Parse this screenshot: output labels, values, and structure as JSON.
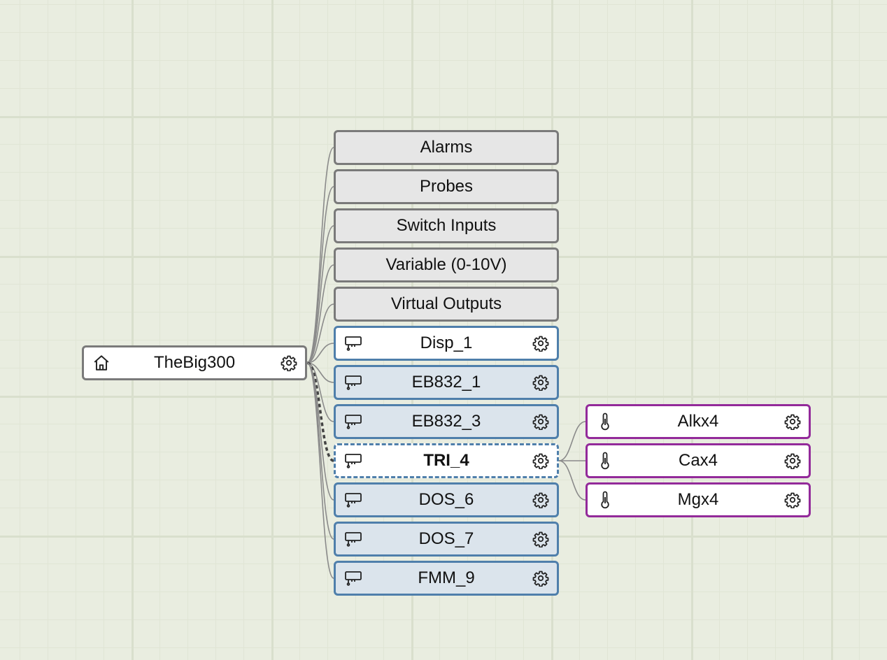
{
  "root": {
    "label": "TheBig300",
    "icon": "home-icon"
  },
  "groups": [
    {
      "label": "Alarms"
    },
    {
      "label": "Probes"
    },
    {
      "label": "Switch Inputs"
    },
    {
      "label": "Variable (0-10V)"
    },
    {
      "label": "Virtual Outputs"
    }
  ],
  "devices": [
    {
      "label": "Disp_1",
      "icon": "module-icon"
    },
    {
      "label": "EB832_1",
      "icon": "module-icon"
    },
    {
      "label": "EB832_3",
      "icon": "module-icon"
    },
    {
      "label": "TRI_4",
      "icon": "module-icon",
      "selected": true
    },
    {
      "label": "DOS_6",
      "icon": "module-icon"
    },
    {
      "label": "DOS_7",
      "icon": "module-icon"
    },
    {
      "label": "FMM_9",
      "icon": "module-icon"
    }
  ],
  "probes": [
    {
      "label": "Alkx4",
      "icon": "thermometer-icon"
    },
    {
      "label": "Cax4",
      "icon": "thermometer-icon"
    },
    {
      "label": "Mgx4",
      "icon": "thermometer-icon"
    }
  ],
  "colors": {
    "group_border": "#7a7a7a",
    "device_border": "#4f7fab",
    "probe_border": "#932a9a",
    "wire": "#8a8a8a",
    "active_wire": "#444444"
  }
}
